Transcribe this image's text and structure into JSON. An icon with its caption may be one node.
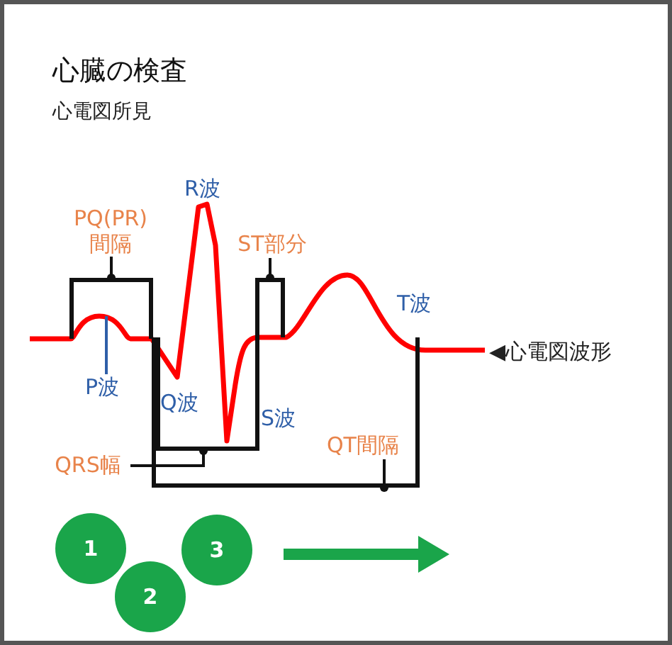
{
  "diagram": {
    "title": "心臓の検査",
    "nodes": [
      {
        "text": [
          "PQ(PR)間隔"
        ]
      },
      {
        "text": [
          "ST部分"
        ]
      },
      {
        "text": [],
        "shape": "box"
      },
      {
        "text": [],
        "shape": "box"
      },
      {
        "text": [
          "P波"
        ]
      },
      {
        "text": [],
        "shape": "box"
      },
      {
        "text": [],
        "shape": "box",
        "in": 5
      },
      {
        "text": [
          "QRS幅"
        ]
      },
      {
        "text": [
          "QT間隔"
        ],
        "in": 5
      },
      {
        "text": [
          "1"
        ]
      },
      {
        "text": [
          "2"
        ]
      },
      {
        "text": [
          "3"
        ]
      }
    ],
    "edges": [
      {
        "from": 0,
        "to": 2,
        "arrow": "other"
      },
      {
        "from": 1,
        "to": 3,
        "arrow": "other"
      },
      {
        "from": 4,
        "to": 2,
        "arrow": "none",
        "color": "#2f5fa8"
      },
      {
        "from": 7,
        "to": 6,
        "arrow": "other"
      },
      {
        "from": 8,
        "to": 5,
        "arrow": "other"
      }
    ],
    "labels": [
      "心電図所見",
      "R波",
      "T波",
      "Q波",
      "S波",
      "◀心電図波形"
    ]
  }
}
